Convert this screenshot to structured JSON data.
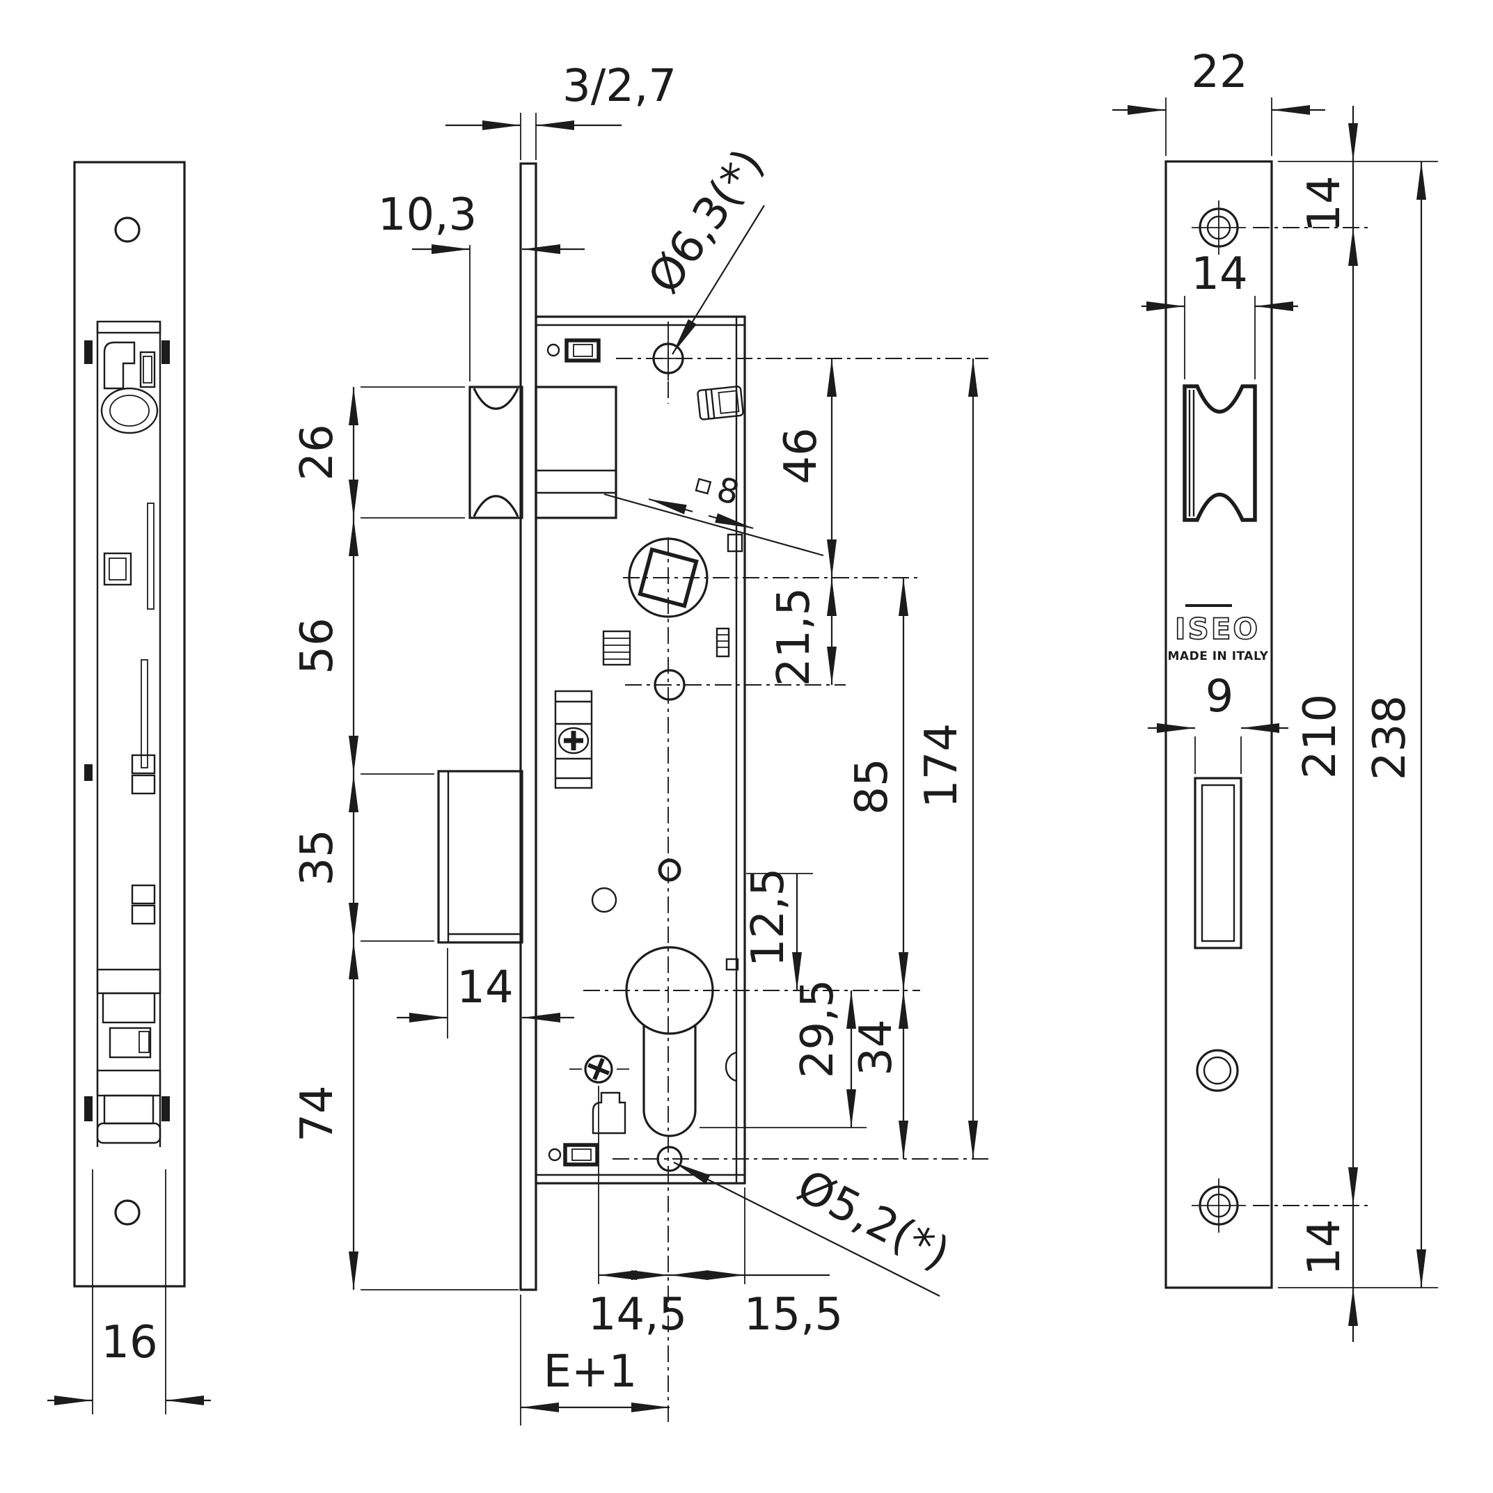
{
  "drawing": {
    "brand": {
      "logo": "ISEO",
      "made_in": "MADE IN ITALY"
    },
    "dims": {
      "plate_thickness": "3/2,7",
      "roller_projection": "10,3",
      "top_hole_dia": "Ø6,3(*)",
      "square_follower": "8",
      "roller_height": "26",
      "roller_to_bolt": "56",
      "bolt_height": "35",
      "bolt_to_plate_end": "74",
      "bolt_projection": "14",
      "screw_to_axis": "14,5",
      "axis_to_case_edge": "15,5",
      "backset": "E+1",
      "hole_to_follower": "46",
      "follower_to_hole": "21,5",
      "follower_to_cylinder": "85",
      "hole_spacing": "174",
      "cylinder_offset": "12,5",
      "cylinder_to_slot_end": "29,5",
      "cylinder_to_bottom_hole": "34",
      "bottom_hole_dia": "Ø5,2(*)",
      "side_body_width": "16",
      "plate_width": "22",
      "edge_to_top_hole": "14",
      "roller_cutout_width": "14",
      "keyway_width": "9",
      "screw_hole_spacing": "210",
      "plate_length": "238",
      "bottom_hole_to_edge": "14"
    }
  }
}
